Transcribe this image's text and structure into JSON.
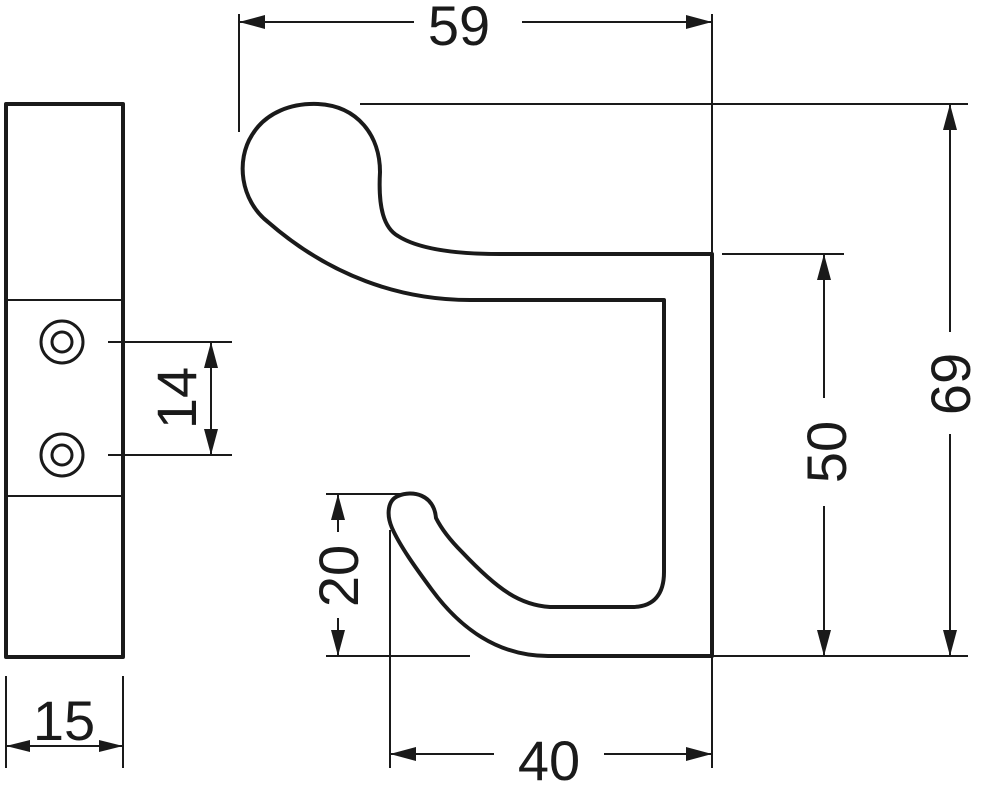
{
  "dimensions": {
    "overall_width": "59",
    "overall_height": "69",
    "hook_body_height": "50",
    "lower_hook_height": "20",
    "lower_hook_width": "40",
    "screw_hole_spacing": "14",
    "plate_width": "15"
  },
  "colors": {
    "line": "#1a1a1a",
    "background": "#ffffff"
  }
}
